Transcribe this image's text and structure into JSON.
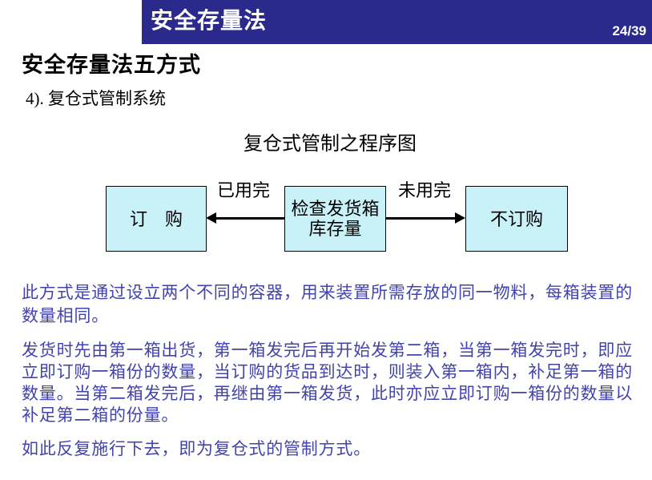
{
  "banner": {
    "title": "安全存量法",
    "page": "24/39",
    "bg_color": "#2A2A8C",
    "text_color": "#FFFFFF"
  },
  "heading": "安全存量法五方式",
  "subheading": "4). 复仓式管制系统",
  "diagram": {
    "title": "复仓式管制之程序图",
    "box_fill_color": "#C9F2F8",
    "box_border_color": "#000000",
    "boxes": [
      {
        "id": "order",
        "label": "订　购"
      },
      {
        "id": "check-stock",
        "label": "检查发货箱\n库存量"
      },
      {
        "id": "no-order",
        "label": "不订购"
      }
    ],
    "arrows": [
      {
        "label": "已用完",
        "direction": "left",
        "from": "check-stock",
        "to": "order"
      },
      {
        "label": "未用完",
        "direction": "right",
        "from": "check-stock",
        "to": "no-order"
      }
    ]
  },
  "body": {
    "text_color": "#4343AE",
    "paragraphs": [
      "此方式是通过设立两个不同的容器，用来装置所需存放的同一物料，每箱装置的\n数量相同。",
      "发货时先由第一箱出货，第一箱发完后再开始发第二箱，当第一箱发完时，即应\n立即订购一箱份的数量，当订购的货品到达时，则装入第一箱内，补足第一箱的\n数量。当第二箱发完后，再继由第一箱发货，此时亦应立即订购一箱份的数量以\n补足第二箱的份量。",
      "如此反复施行下去，即为复仓式的管制方式。"
    ]
  }
}
